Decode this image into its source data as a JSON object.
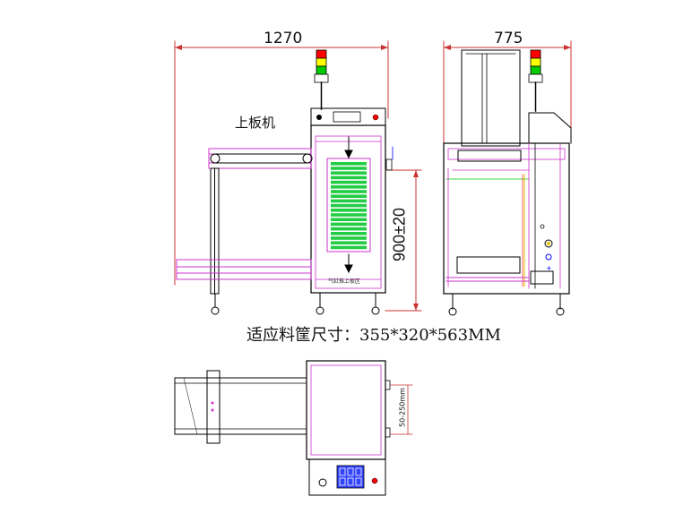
{
  "labels": {
    "machine_name": "上板机",
    "width_front": "1270",
    "width_side": "775",
    "height": "900±20",
    "caption": "适应料筐尺寸：355*320*563MM",
    "width_range": "50-250mm",
    "push_note": "气缸推上板区"
  },
  "colors": {
    "line": "#000000",
    "frame": "#cc33cc",
    "dim_line": "#ff0000",
    "screen": "#22cc44",
    "aux_blue": "#0000ff",
    "aux_cyan": "#00aaff",
    "aux_green": "#00cc00",
    "aux_yellow": "#e6c200",
    "lamp_red": "#ff0000",
    "lamp_yellow": "#ffff00",
    "lamp_green": "#00cc00",
    "panel_blue": "#3344ff"
  },
  "icons": {
    "signal_tower": "tri-color-light-icon",
    "control_panel": "keypad-icon",
    "caster": "caster-wheel-icon"
  }
}
